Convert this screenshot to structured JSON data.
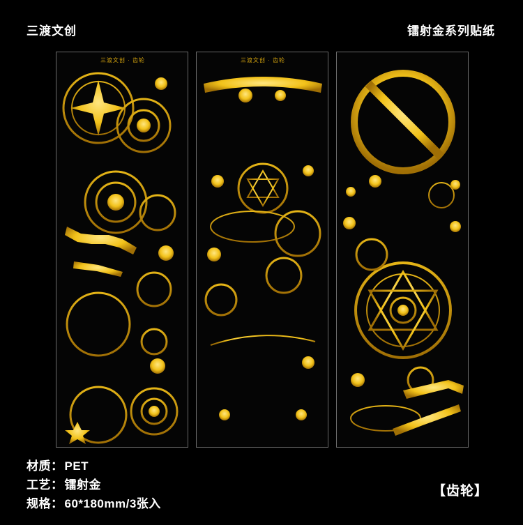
{
  "header": {
    "brand": "三渡文创",
    "series": "镭射金系列贴纸"
  },
  "strips": [
    {
      "caption": "三渡文创 · 齿轮"
    },
    {
      "caption": "三渡文创 · 齿轮"
    }
  ],
  "specs": [
    {
      "key": "材质：",
      "value": "PET"
    },
    {
      "key": "工艺：",
      "value": "镭射金"
    },
    {
      "key": "规格：",
      "value": "60*180mm/3张入"
    }
  ],
  "variant_label": "【齿轮】",
  "colors": {
    "background": "#000000",
    "gold": "#f2c21a",
    "gold_dark": "#b07d08",
    "strip_border": "#6b6b6b"
  }
}
